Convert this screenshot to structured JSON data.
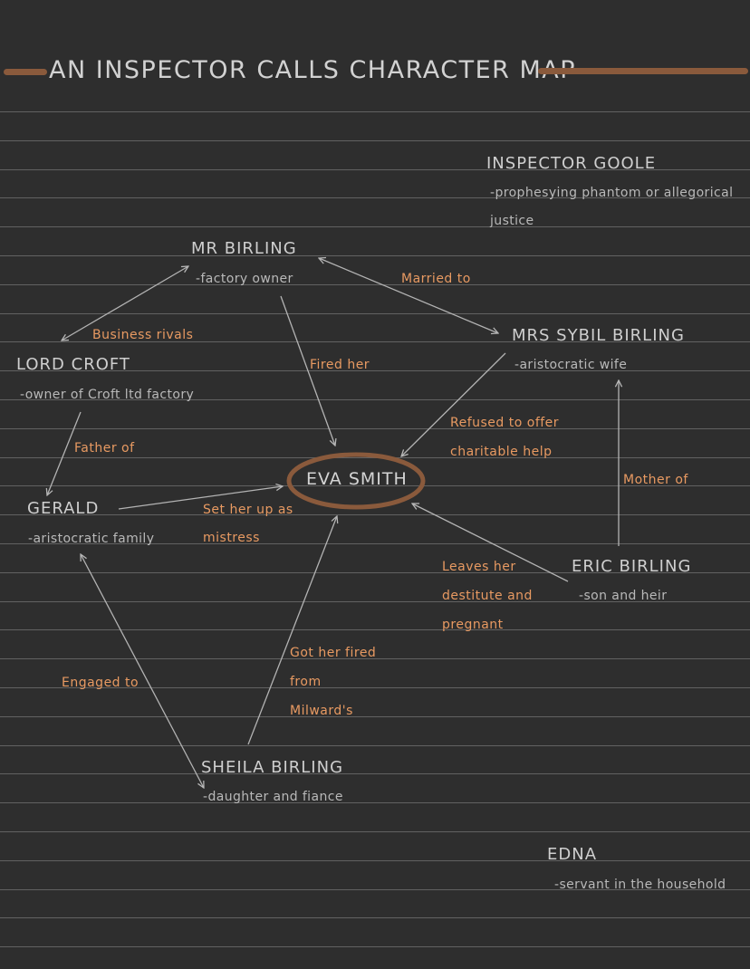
{
  "title": "AN INSPECTOR CALLS CHARACTER MAP",
  "colors": {
    "background": "#2e2e2e",
    "accent": "#8a5a3c",
    "relation_text": "#e89a62",
    "text": "#cfcfcf",
    "lines": "#626262"
  },
  "characters": {
    "inspector": {
      "name": "INSPECTOR GOOLE",
      "desc_line1": "-prophesying phantom or allegorical",
      "desc_line2": "justice"
    },
    "mr_birling": {
      "name": "MR BIRLING",
      "desc": "-factory owner"
    },
    "mrs_birling": {
      "name": "MRS SYBIL BIRLING",
      "desc": "-aristocratic wife"
    },
    "lord_croft": {
      "name": "LORD CROFT",
      "desc": "-owner of Croft ltd factory"
    },
    "eva": {
      "name": "EVA SMITH"
    },
    "gerald": {
      "name": "GERALD",
      "desc": "-aristocratic family"
    },
    "eric": {
      "name": "ERIC BIRLING",
      "desc": "-son and heir"
    },
    "sheila": {
      "name": "SHEILA BIRLING",
      "desc": "-daughter and fiance"
    },
    "edna": {
      "name": "EDNA",
      "desc": "-servant in the household"
    }
  },
  "relations": {
    "married_to": "Married to",
    "business_rivals": "Business rivals",
    "fired_her": "Fired her",
    "refused_line1": "Refused to offer",
    "refused_line2": "charitable help",
    "father_of": "Father of",
    "mother_of": "Mother of",
    "set_up_line1": "Set her up as",
    "set_up_line2": "mistress",
    "leaves_line1": "Leaves her",
    "leaves_line2": "destitute and",
    "leaves_line3": "pregnant",
    "got_fired_line1": "Got her fired",
    "got_fired_line2": "from",
    "got_fired_line3": "Milward's",
    "engaged_to": "Engaged to"
  }
}
